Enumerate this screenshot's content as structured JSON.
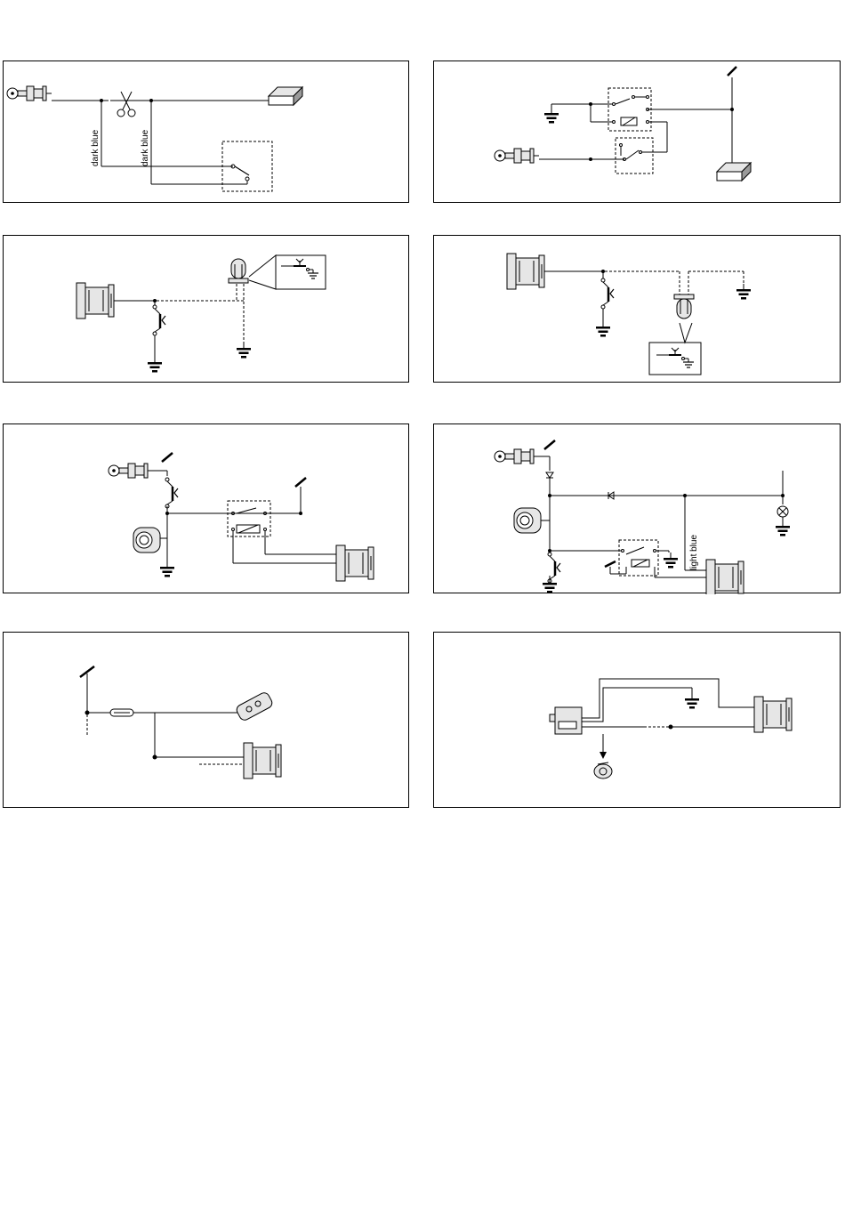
{
  "panels": [
    {
      "labels": [
        "dark blue",
        "dark blue"
      ],
      "components": [
        "ignition-key-icon",
        "scissors-icon",
        "control-unit-icon",
        "switch-icon"
      ]
    },
    {
      "labels": [],
      "components": [
        "ground-icon",
        "relay-icon",
        "ignition-key-icon",
        "control-unit-icon"
      ]
    },
    {
      "labels": [],
      "components": [
        "connector-icon",
        "push-switch-icon",
        "led-icon",
        "ground-icon"
      ]
    },
    {
      "labels": [],
      "components": [
        "connector-icon",
        "push-switch-icon",
        "led-icon",
        "ground-icon"
      ]
    },
    {
      "labels": [],
      "components": [
        "ignition-key-icon",
        "push-switch-icon",
        "siren-icon",
        "relay-icon",
        "connector-icon"
      ]
    },
    {
      "labels": [
        "light blue"
      ],
      "components": [
        "ignition-key-icon",
        "diode-icon",
        "lamp-icon",
        "siren-icon",
        "relay-icon",
        "connector-icon"
      ]
    },
    {
      "labels": [],
      "components": [
        "fuse-icon",
        "remote-icon",
        "connector-icon"
      ]
    },
    {
      "labels": [],
      "components": [
        "sensor-module-icon",
        "ground-icon",
        "connector-icon",
        "speaker-icon"
      ]
    }
  ]
}
